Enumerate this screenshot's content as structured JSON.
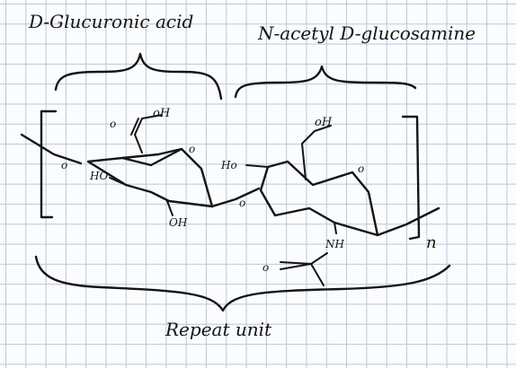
{
  "labels": {
    "left_title": "D-Glucuronic acid",
    "right_title": "N-acetyl D-glucosamine",
    "bottom_title": "Repeat unit",
    "repeat_n": "n"
  },
  "atoms": {
    "carboxyl_o": "o",
    "carboxyl_oh": "oH",
    "ring1_o": "o",
    "link_o_left": "o",
    "ho_1": "HO",
    "oh_1": "OH",
    "ho_2": "Ho",
    "link_o_mid": "o",
    "ch2oh": "oH",
    "ring2_o": "o",
    "nh": "NH",
    "carbonyl_o": "o"
  },
  "colors": {
    "ink": "#141414",
    "grid": "#b9c7da",
    "paper": "#fbfcfe"
  }
}
